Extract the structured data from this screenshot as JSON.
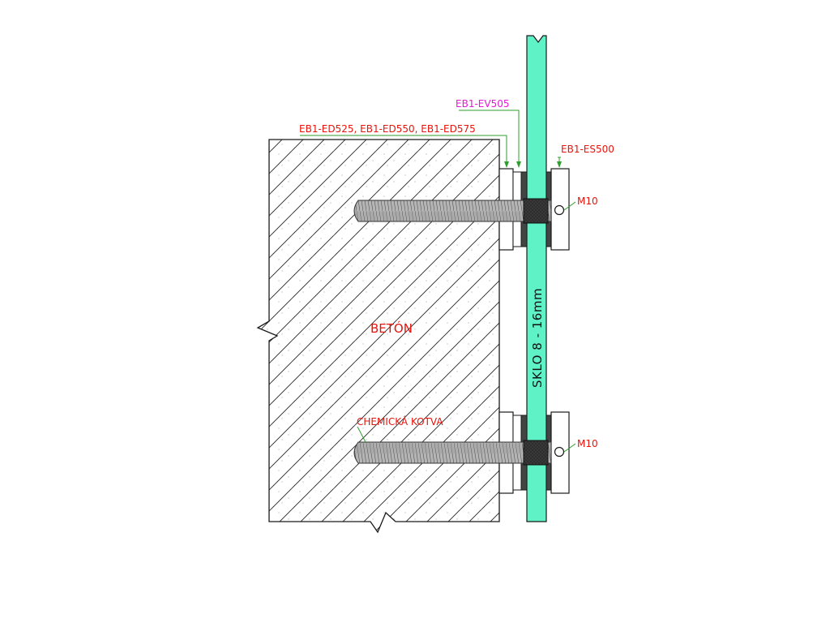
{
  "labels": {
    "ev505": "EB1-EV505",
    "ed_series": "EB1-ED525, EB1-ED550, EB1-ED575",
    "es500": "EB1-ES500",
    "m10_top": "M10",
    "m10_bottom": "M10",
    "beton": "BETÓN",
    "sklo": "SKLO  8 - 16mm",
    "chemicka_kotva": "CHEMICKÁ KOTVA"
  },
  "colors": {
    "label_red": "#e8140c",
    "label_magenta": "#e41ad6",
    "glass": "#5ef2c6",
    "leader_green": "#2e9e2e",
    "outline": "#1a1a1a",
    "concrete_hatch": "#222222",
    "rod": "#9a9a9a",
    "gasket": "#333333"
  },
  "icons": {
    "break_mark": "zigzag-break-line",
    "hatch": "concrete-hatch-pattern"
  }
}
